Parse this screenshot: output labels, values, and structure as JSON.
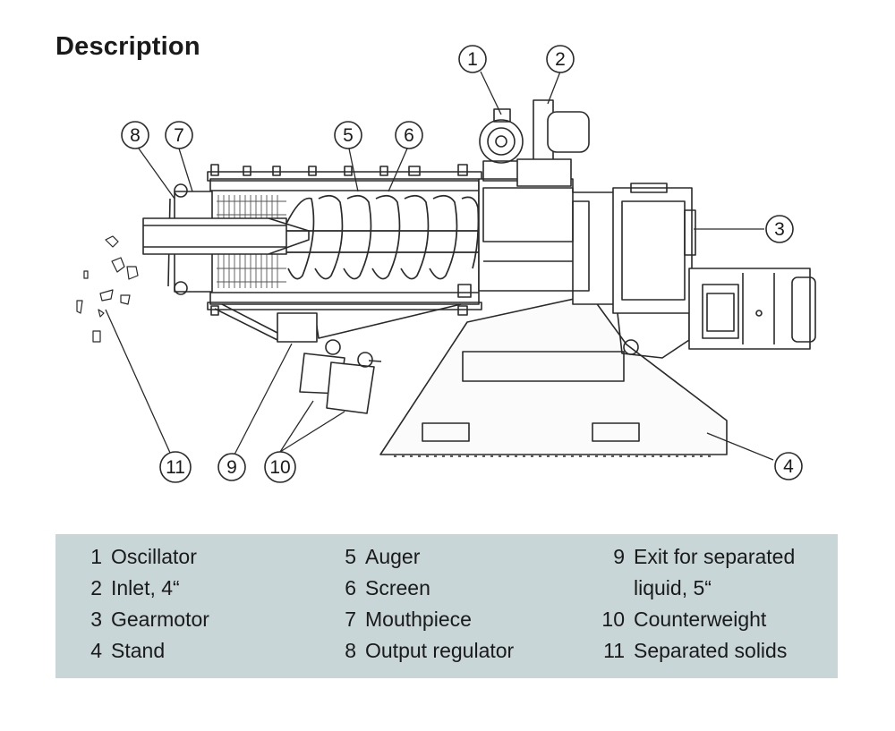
{
  "title": "Description",
  "callouts": [
    "1",
    "2",
    "3",
    "4",
    "5",
    "6",
    "7",
    "8",
    "9",
    "10",
    "11"
  ],
  "legend": {
    "col1": [
      {
        "num": "1",
        "label": "Oscillator"
      },
      {
        "num": "2",
        "label": "Inlet, 4“"
      },
      {
        "num": "3",
        "label": "Gearmotor"
      },
      {
        "num": "4",
        "label": "Stand"
      }
    ],
    "col2": [
      {
        "num": "5",
        "label": "Auger"
      },
      {
        "num": "6",
        "label": "Screen"
      },
      {
        "num": "7",
        "label": "Mouthpiece"
      },
      {
        "num": "8",
        "label": "Output regulator"
      }
    ],
    "col3": [
      {
        "num": "9",
        "label": "Exit for separated"
      },
      {
        "num": "",
        "label": "liquid, 5“"
      },
      {
        "num": "10",
        "label": "Counterweight"
      },
      {
        "num": "11",
        "label": "Separated solids"
      }
    ]
  },
  "colors": {
    "legend_bg": "#c8d6d8",
    "line": "#2a2a2a"
  }
}
